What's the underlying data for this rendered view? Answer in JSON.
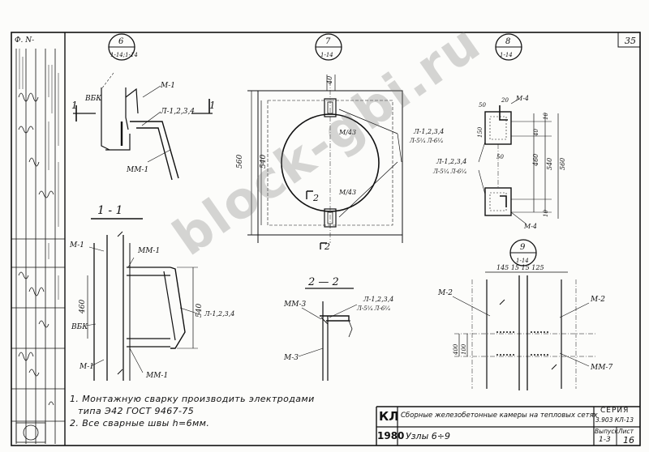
{
  "sheet": {
    "page_number": "35",
    "inv_stamp": "Ф. N-"
  },
  "details": {
    "d6": {
      "number": "6",
      "ref": "1-14;1-14"
    },
    "d7": {
      "number": "7",
      "ref": "1-14"
    },
    "d8": {
      "number": "8",
      "ref": "1-14"
    },
    "d9": {
      "number": "9",
      "ref": "1-14"
    }
  },
  "labels": {
    "m1": "M-1",
    "mm1": "MM-1",
    "vbk": "ВБК",
    "weld": "Л-1,2,3,4",
    "weld_electrodes": "Л-5¹⁄₄ Л-6¹⁄₄",
    "m2": "M-2",
    "m3": "M-3",
    "m4": "M-4",
    "mm3": "MM-3",
    "mm7": "MM-7",
    "cut_one": "1",
    "cut_two": "2",
    "section_1_1": "1 - 1",
    "section_2_2": "2 — 2",
    "hole_mark": "M/43"
  },
  "dimensions": {
    "d7_top": "40",
    "d7_560": "560",
    "d7_540": "540",
    "d8_20": "20",
    "d8_50": "50",
    "d8_150": "150",
    "d8_40": "40",
    "d8_460": "460",
    "d8_540": "540",
    "d8_560": "560",
    "d8_10": "10",
    "s11_460": "460",
    "s11_540": "540",
    "d9_top": "145 15 15 125",
    "d9_400": "400",
    "d9_100": "100"
  },
  "notes": [
    "1. Монтажную сварку производить электродами",
    "типа Э42    ГОСТ 9467-75",
    "2. Все сварные швы h=6мм."
  ],
  "title_block": {
    "code": "КЛ",
    "description": "Сборные железобетонные камеры на тепловых сетях",
    "series_label": "СЕРИЯ",
    "series_value": "3.903 КЛ-13",
    "year": "1980",
    "subject": "Узлы 6÷9",
    "issue_label": "Выпуск",
    "issue_value": "1-3",
    "sheet_label": "Лист",
    "sheet_value": "16"
  },
  "watermark": "block-gbi.ru"
}
